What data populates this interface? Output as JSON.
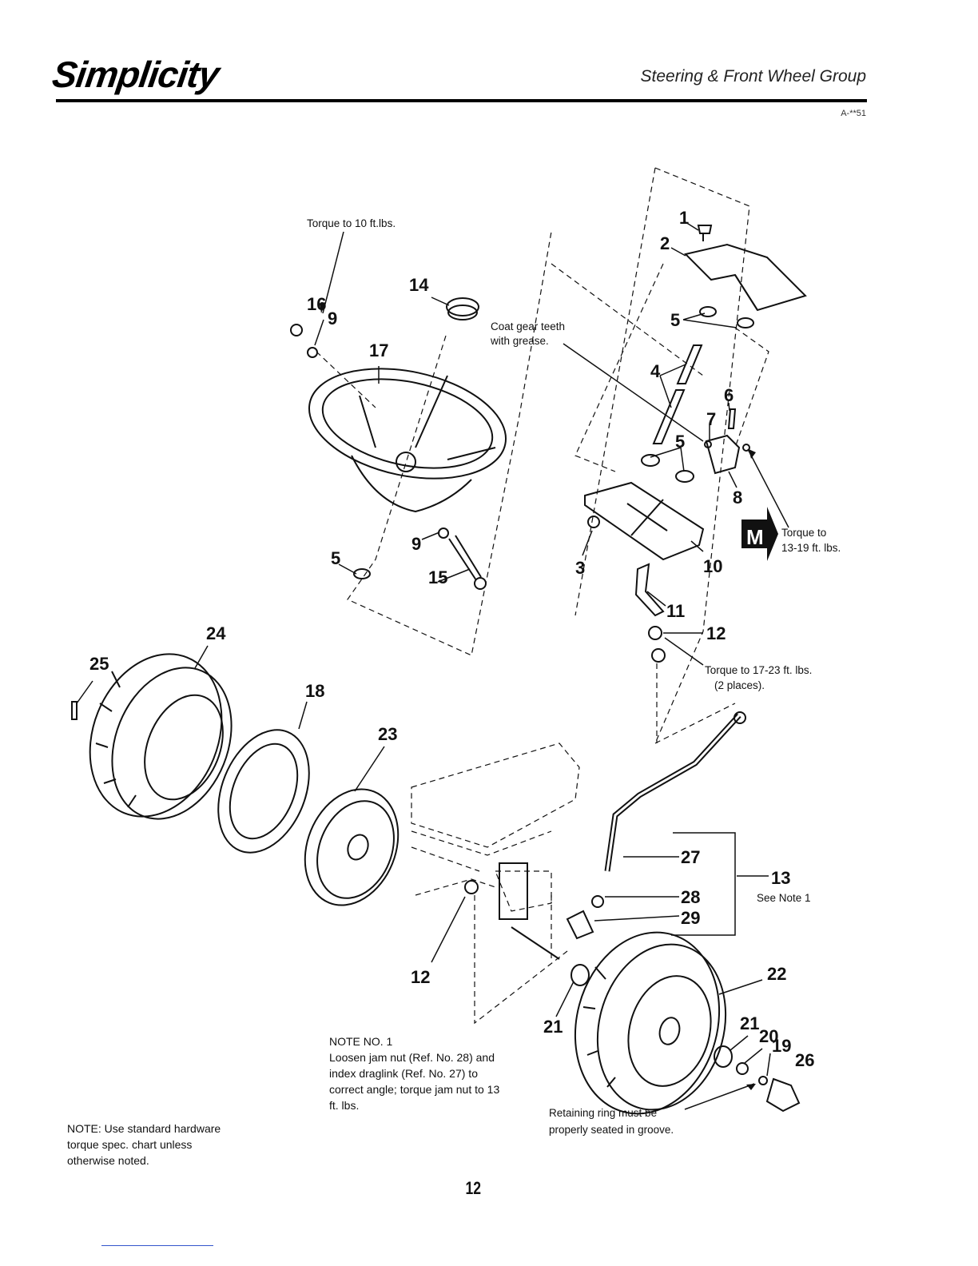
{
  "header": {
    "logo_text": "Simplicity",
    "section_title": "Steering & Front Wheel Group",
    "doc_code": "A-**51"
  },
  "callouts": {
    "torque_16": "Torque to 10 ft.lbs.",
    "coat_gear_1": "Coat gear teeth",
    "coat_gear_2": "with grease.",
    "torque_8_1": "Torque to",
    "torque_8_2": "13-19 ft. lbs.",
    "m_badge": "M",
    "torque_12_1": "Torque to 17-23 ft. lbs.",
    "torque_12_2": "(2 places).",
    "see_note": "See Note 1",
    "retaining_1": "Retaining ring must be",
    "retaining_2": "properly seated in groove."
  },
  "parts": {
    "p1": "1",
    "p2": "2",
    "p3": "3",
    "p4": "4",
    "p5a": "5",
    "p5b": "5",
    "p5c": "5",
    "p6": "6",
    "p7": "7",
    "p8": "8",
    "p9a": "9",
    "p9b": "9",
    "p10": "10",
    "p11": "11",
    "p12a": "12",
    "p12b": "12",
    "p13": "13",
    "p14": "14",
    "p15": "15",
    "p16": "16",
    "p17": "17",
    "p18": "18",
    "p19": "19",
    "p20": "20",
    "p21a": "21",
    "p21b": "21",
    "p22": "22",
    "p23": "23",
    "p24": "24",
    "p25": "25",
    "p26": "26",
    "p27": "27",
    "p28": "28",
    "p29": "29"
  },
  "note_1": {
    "title": "NOTE NO. 1",
    "lines": [
      "Loosen jam nut (Ref. No. 28) and",
      "index draglink (Ref. No. 27) to",
      "correct angle; torque jam nut to 13",
      "ft. lbs."
    ]
  },
  "note_general": {
    "lines": [
      "NOTE: Use standard hardware",
      "torque spec. chart unless",
      "otherwise noted."
    ]
  },
  "page_number": "12"
}
